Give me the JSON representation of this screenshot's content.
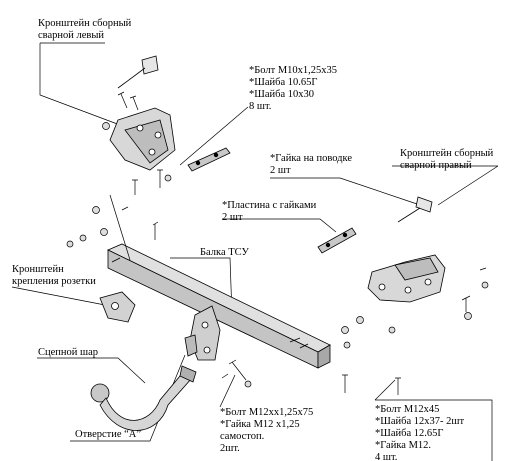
{
  "labels": {
    "bracket_left": [
      "Кронштейн сборный",
      "сварной левый"
    ],
    "bolts_m10": [
      "*Болт М10х1,25х35",
      "*Шайба 10.65Г",
      "*Шайба 10х30",
      "8 шт."
    ],
    "bracket_right": [
      "Кронштейн сборный",
      "сварной правый"
    ],
    "nut_leash": [
      "*Гайка на поводке",
      "2 шт"
    ],
    "plate_nuts": [
      "*Пластина с гайками",
      "2 шт"
    ],
    "beam": "Балка ТСУ",
    "socket_bracket": [
      "Кронштейн",
      "крепления розетки"
    ],
    "tow_ball": "Сцепной шар",
    "hole_a": "Отверстие “А”",
    "bolts_m12_left": [
      "*Болт М12хх1,25х75",
      "*Гайка М12 х1,25",
      "самостоп.",
      "2шт."
    ],
    "bolts_m12_right": [
      "*Болт М12х45",
      "*Шайба 12х37- 2шт",
      "*Шайба 12.65Г",
      "*Гайка М12.",
      "4 шт."
    ]
  }
}
